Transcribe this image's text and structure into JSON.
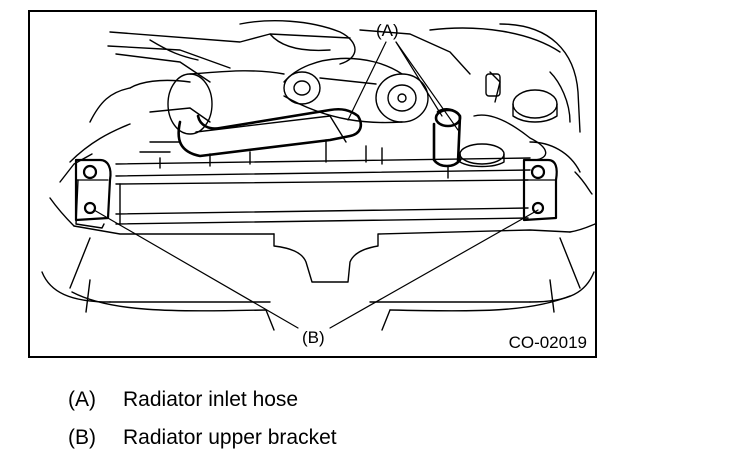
{
  "figure": {
    "callout_a": "(A)",
    "callout_b": "(B)",
    "code": "CO-02019"
  },
  "legend": [
    {
      "key": "(A)",
      "text": "Radiator inlet hose"
    },
    {
      "key": "(B)",
      "text": "Radiator upper bracket"
    }
  ]
}
